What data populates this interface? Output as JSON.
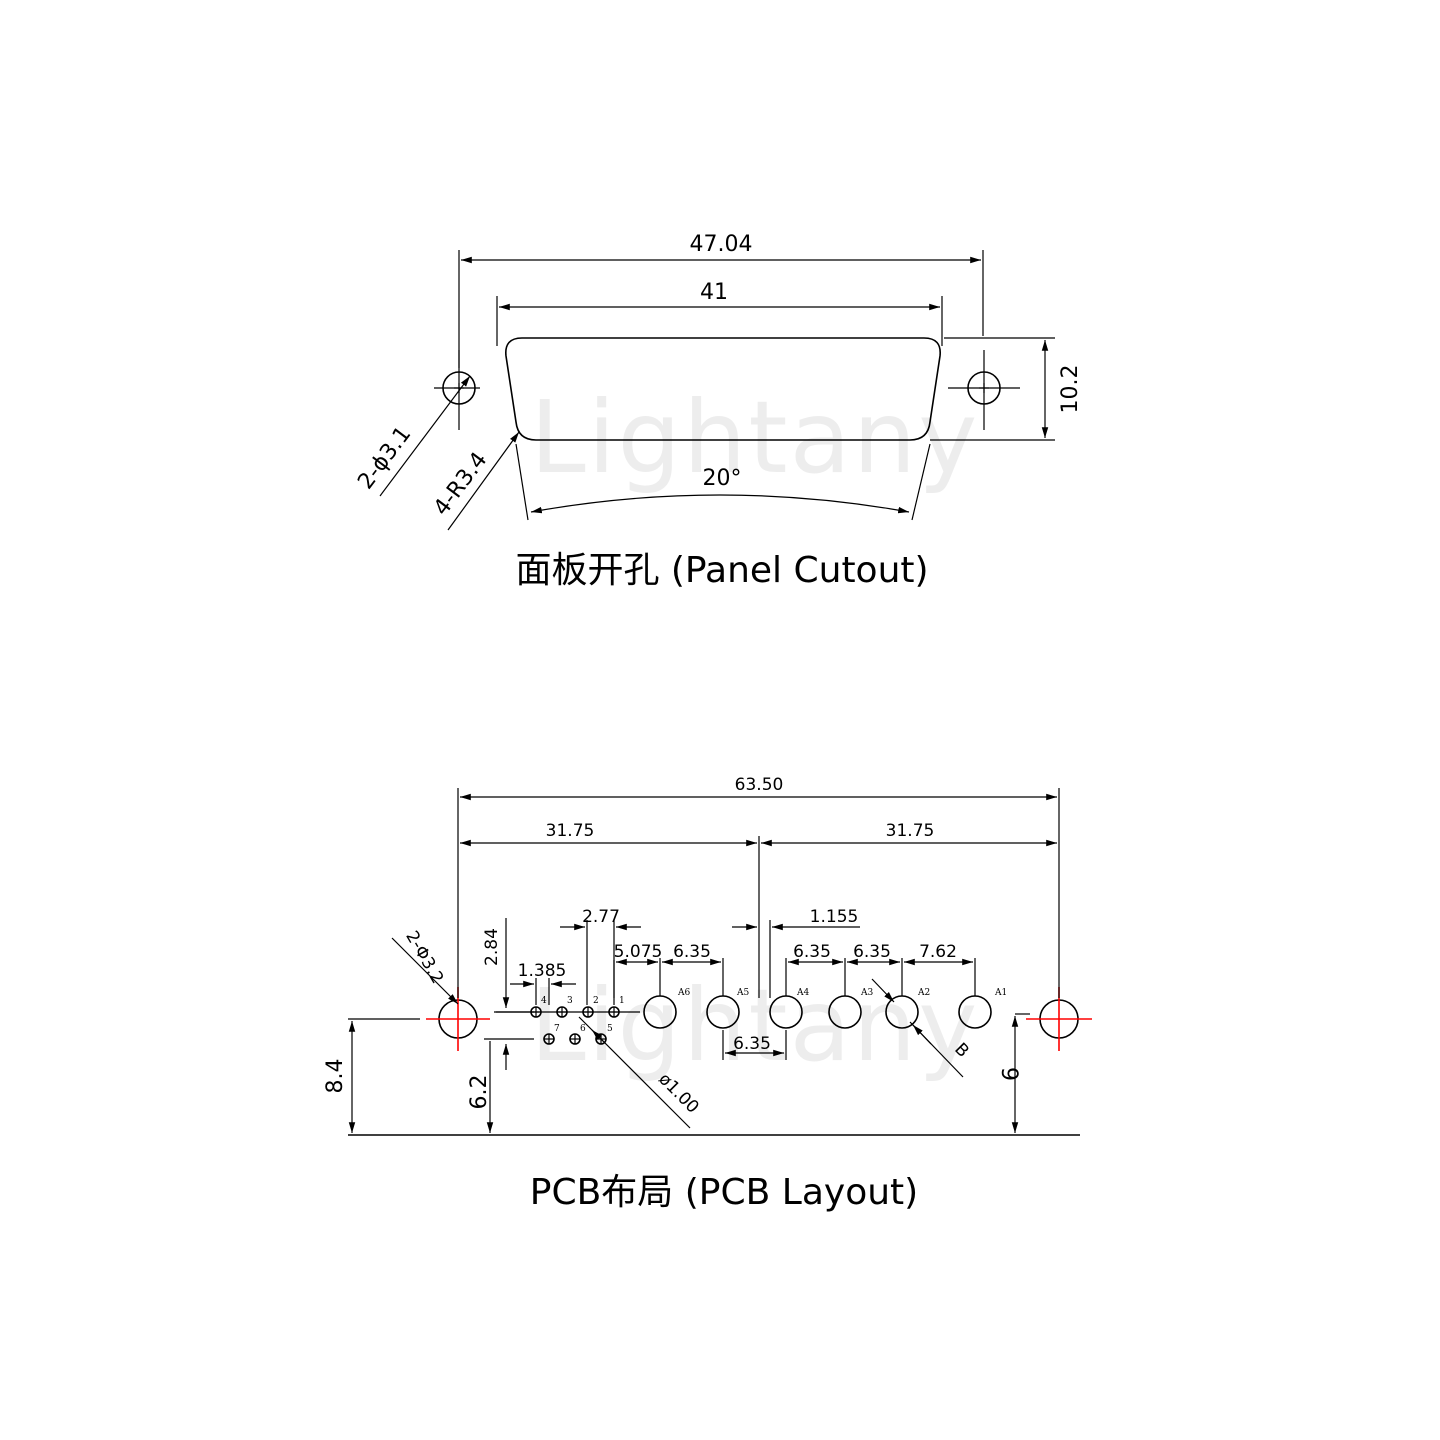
{
  "watermark": "Lightany",
  "panel": {
    "title": "面板开孔 (Panel Cutout)",
    "dim_overall": "47.04",
    "dim_inner": "41",
    "dim_height": "10.2",
    "dim_holes": "2-ϕ3.1",
    "dim_radius": "4-R3.4",
    "dim_angle": "20°"
  },
  "pcb": {
    "title": "PCB布局 (PCB Layout)",
    "dim_overall": "63.50",
    "dim_half_left": "31.75",
    "dim_half_right": "31.75",
    "dim_2_77": "2.77",
    "dim_1_155": "1.155",
    "dim_2_84": "2.84",
    "dim_1_385": "1.385",
    "dim_5_075": "5.075",
    "dim_6_35_a": "6.35",
    "dim_6_35_b": "6.35",
    "dim_6_35_c": "6.35",
    "dim_7_62": "7.62",
    "dim_6_35_bottom": "6.35",
    "dim_8_4": "8.4",
    "dim_6_2": "6.2",
    "dim_9": "9",
    "dim_holes": "2-Φ3.2",
    "dim_pin_dia": "ø1.00",
    "dim_b": "B",
    "signal_pins": [
      "4",
      "3",
      "2",
      "1",
      "7",
      "6",
      "5"
    ],
    "coax_pins": [
      "A6",
      "A5",
      "A4",
      "A3",
      "A2",
      "A1"
    ]
  }
}
